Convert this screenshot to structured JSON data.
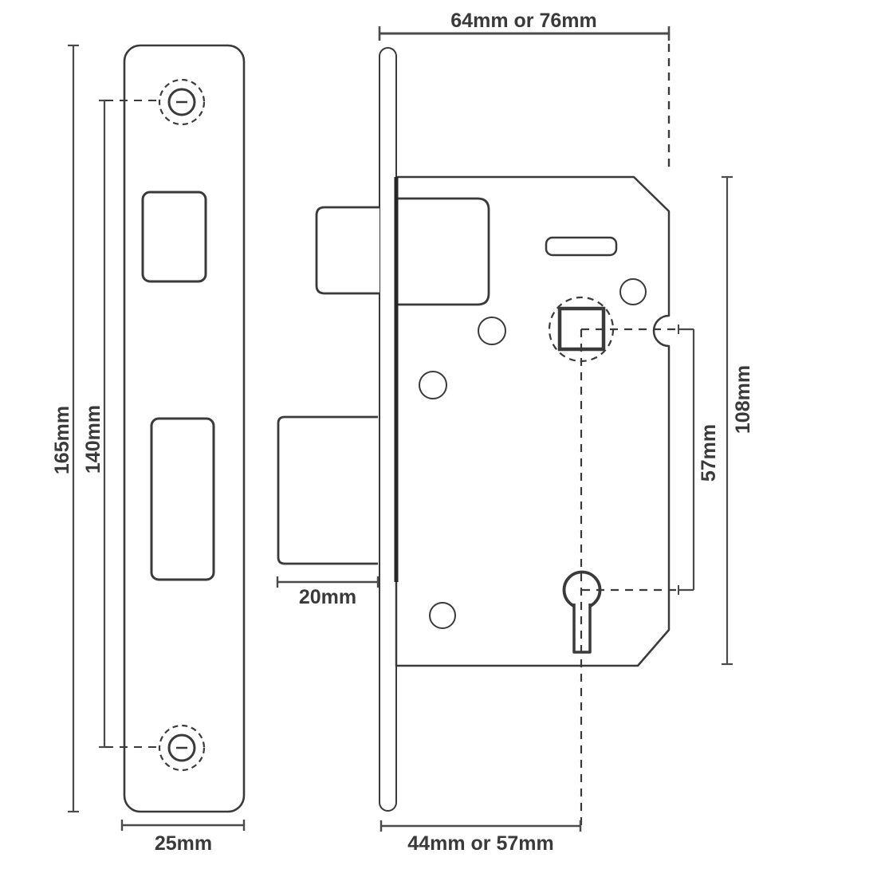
{
  "colors": {
    "background": "#ffffff",
    "line": "#3a3a3a",
    "line_strong": "#262626",
    "dim": "#4a4a4a",
    "text": "#3a3a3a"
  },
  "dimensions": {
    "top": "64mm or 76mm",
    "left_outer": "165mm",
    "left_inner": "140mm",
    "bottom_left": "25mm",
    "middle": "20mm",
    "bottom": "44mm or 57mm",
    "right_inner": "57mm",
    "right_outer": "108mm"
  }
}
